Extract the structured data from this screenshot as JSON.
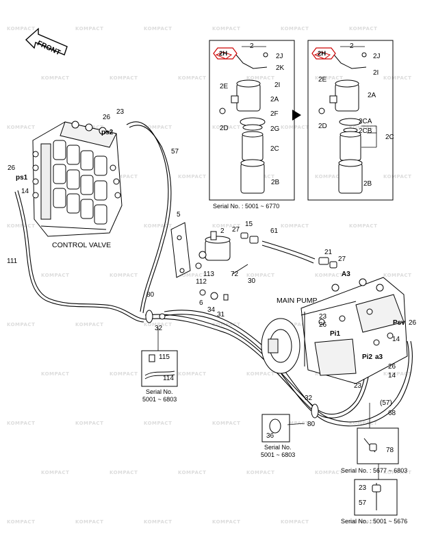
{
  "watermark": {
    "text": "KOMPACT"
  },
  "front_arrow": {
    "label": "FRONT"
  },
  "titles": {
    "control_valve": "CONTROL VALVE",
    "main_pump": "MAIN PUMP"
  },
  "inset_left": {
    "serial": "Serial No. : 5001 ~ 6770",
    "top_label": "2",
    "labels": [
      "2H",
      "2J",
      "2K",
      "2E",
      "2I",
      "2A",
      "2F",
      "2G",
      "2D",
      "2C",
      "2B"
    ]
  },
  "inset_right": {
    "top_label": "2",
    "labels": [
      "2H",
      "2J",
      "2E",
      "2I",
      "2A",
      "2D",
      "2CA",
      "2CB",
      "2C",
      "2B"
    ]
  },
  "detail_115": {
    "serial_line1": "Serial No.",
    "serial_line2": "5001 ~ 6803",
    "labels": [
      "115",
      "114"
    ]
  },
  "detail_36": {
    "serial_line1": "Serial No.",
    "serial_line2": "5001 ~ 6803",
    "labels": [
      "36"
    ]
  },
  "detail_78": {
    "serial": "Serial No. : 5677 ~ 6803",
    "labels": [
      "78"
    ]
  },
  "detail_23": {
    "serial": "Serial No. : 5001 ~ 5676",
    "labels": [
      "23",
      "57"
    ]
  },
  "callouts": {
    "c23": "23",
    "c26a": "26",
    "ps2": "ps2",
    "c57": "57",
    "c26b": "26",
    "ps1": "ps1",
    "c14a": "14",
    "c111": "111",
    "c5": "5",
    "c2": "2",
    "c27a": "27",
    "c15": "15",
    "c61": "61",
    "c21": "21",
    "c27b": "27",
    "a3": "A3",
    "c113": "113",
    "c72": "72",
    "c112": "112",
    "c30": "30",
    "c6": "6",
    "c34": "34",
    "c31": "31",
    "c80a": "80",
    "c32a": "32",
    "c23b": "23",
    "c26c": "26",
    "pi1": "Pi1",
    "psv": "Psv",
    "c26d": "26",
    "c14b": "14",
    "pi2": "Pi2",
    "a3b": "a3",
    "c26e": "26",
    "c14c": "14",
    "c23c": "23",
    "c32b": "32",
    "c57b": "(57)",
    "c68": "68",
    "c80b": "80"
  }
}
